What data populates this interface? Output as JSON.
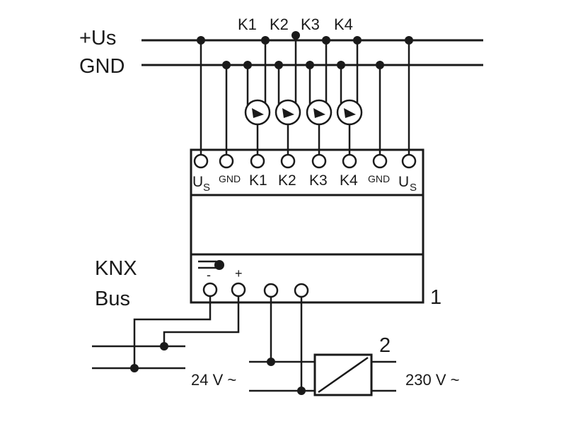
{
  "supply": {
    "us_label": "+Us",
    "gnd_label": "GND"
  },
  "contacts": [
    "K1",
    "K2",
    "K3",
    "K4"
  ],
  "terminals": {
    "us_main": "U",
    "us_sub": "S",
    "gnd": "GND",
    "k1": "K1",
    "k2": "K2",
    "k3": "K3",
    "k4": "K4"
  },
  "bus": {
    "label_line1": "KNX",
    "label_line2": "Bus",
    "minus": "-",
    "plus": "+"
  },
  "device": {
    "number": "1"
  },
  "power_supply": {
    "number": "2",
    "secondary_voltage": "24 V ~",
    "mains_voltage": "230 V ~"
  }
}
